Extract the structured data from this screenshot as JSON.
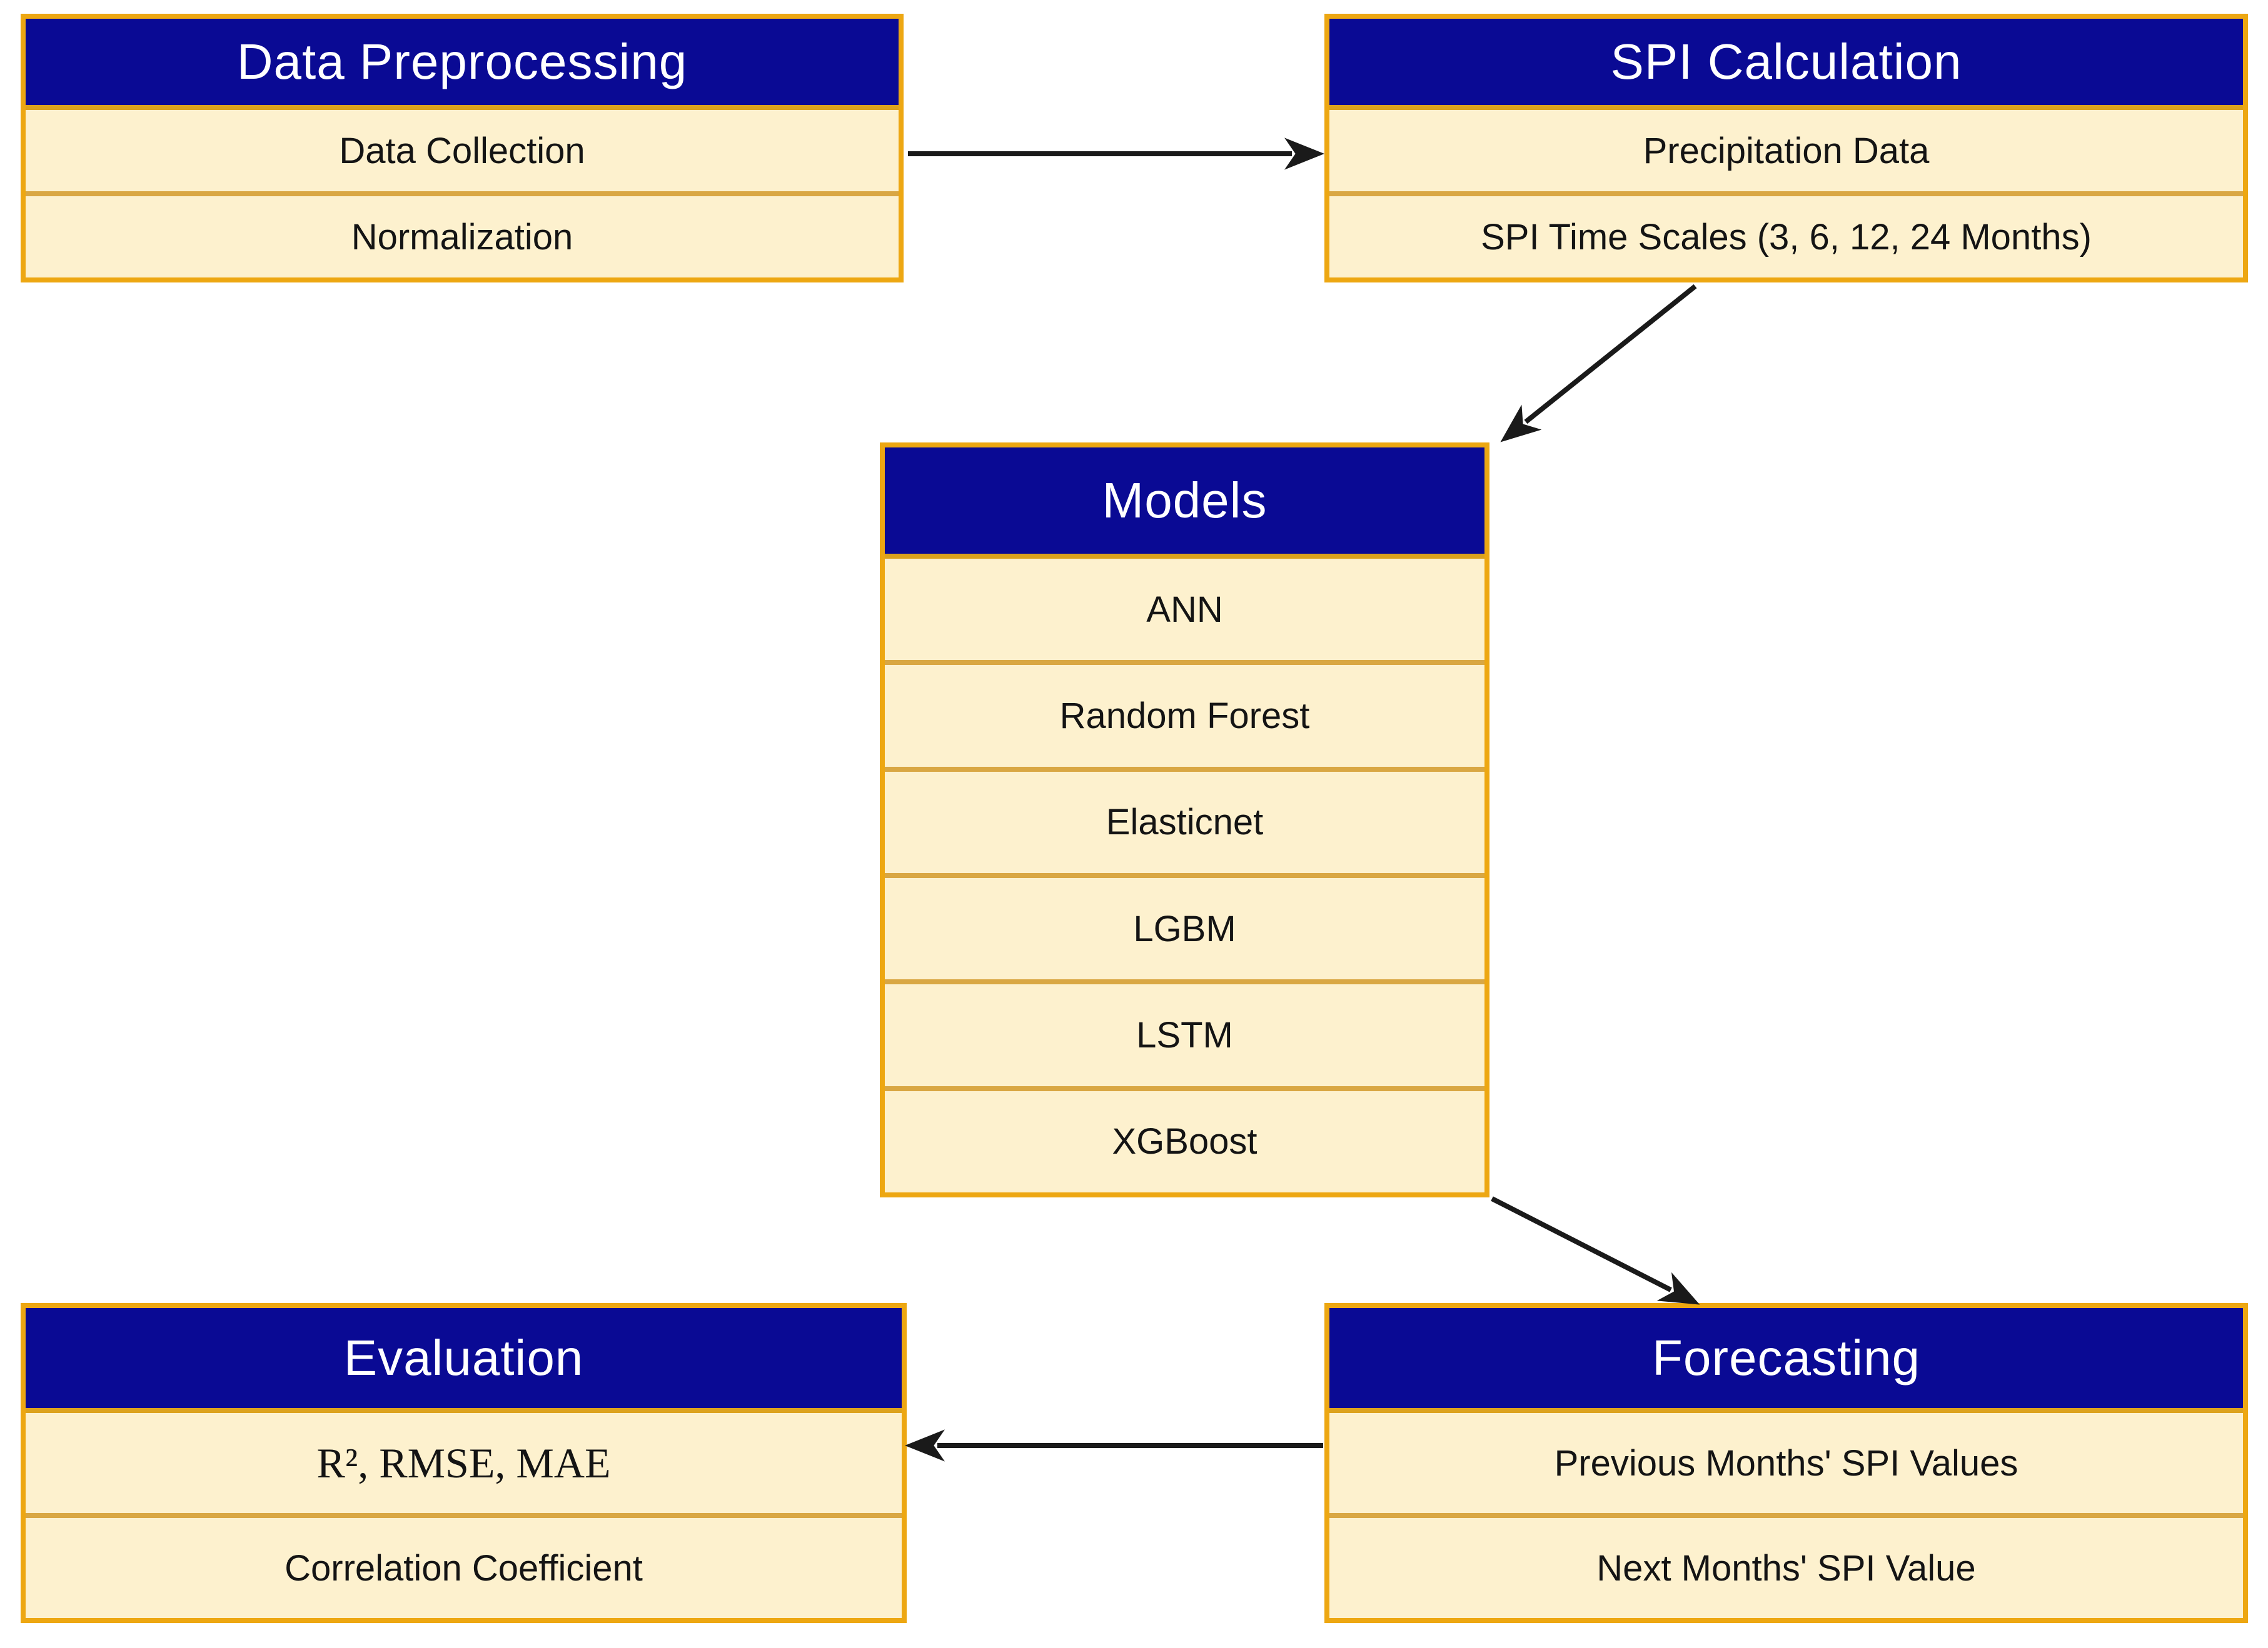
{
  "diagram": {
    "boxes": {
      "data_preprocessing": {
        "title": "Data Preprocessing",
        "rows": [
          "Data Collection",
          "Normalization"
        ]
      },
      "spi_calculation": {
        "title": "SPI Calculation",
        "rows": [
          "Precipitation Data",
          "SPI Time Scales (3, 6, 12, 24 Months)"
        ]
      },
      "models": {
        "title": "Models",
        "rows": [
          "ANN",
          "Random Forest",
          "Elasticnet",
          "LGBM",
          "LSTM",
          "XGBoost"
        ]
      },
      "evaluation": {
        "title": "Evaluation",
        "rows": [
          "R², RMSE, MAE",
          "Correlation Coefficient"
        ]
      },
      "forecasting": {
        "title": "Forecasting",
        "rows": [
          "Previous Months' SPI Values",
          "Next Months' SPI Value"
        ]
      }
    },
    "connections": [
      {
        "from": "data_preprocessing",
        "to": "spi_calculation"
      },
      {
        "from": "spi_calculation",
        "to": "models"
      },
      {
        "from": "models",
        "to": "forecasting"
      },
      {
        "from": "forecasting",
        "to": "evaluation"
      }
    ],
    "colors": {
      "header_bg": "#0a0a94",
      "header_text": "#ffffff",
      "row_bg": "#fdf1ce",
      "outer_border": "#eda712",
      "divider": "#d9a743",
      "arrow": "#1a1a1a",
      "background": "#ffffff"
    }
  }
}
